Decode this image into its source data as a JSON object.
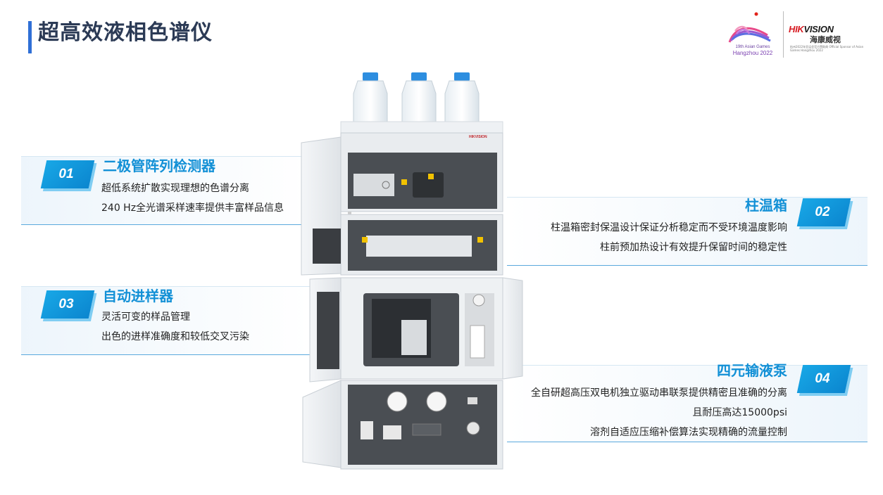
{
  "page": {
    "title": "超高效液相色谱仪"
  },
  "logo": {
    "asian_games_line1": "19th Asian Games",
    "asian_games_line2": "Hangzhou 2022",
    "brand_prefix": "HIK",
    "brand_suffix": "VISION",
    "brand_cn": "海康威视",
    "sponsor_text": "杭州2022年亚运会官方赞助商 Official Sponsor of Asian Games Hangzhou 2022"
  },
  "features": [
    {
      "number": "01",
      "title": "二极管阵列检测器",
      "lines": [
        "超低系统扩散实现理想的色谱分离",
        "240 Hz全光谱采样速率提供丰富样品信息"
      ]
    },
    {
      "number": "02",
      "title": "柱温箱",
      "lines": [
        "柱温箱密封保温设计保证分析稳定而不受环境温度影响",
        "柱前预加热设计有效提升保留时间的稳定性"
      ]
    },
    {
      "number": "03",
      "title": "自动进样器",
      "lines": [
        "灵活可变的样品管理",
        "出色的进样准确度和较低交叉污染"
      ]
    },
    {
      "number": "04",
      "title": "四元输液泵",
      "lines": [
        "全自研超高压双电机独立驱动串联泵提供精密且准确的分离",
        "且耐压高达15000psi",
        "溶剂自适应压缩补偿算法实现精确的流量控制"
      ]
    }
  ],
  "device": {
    "brand_label": "HIKVISION"
  },
  "colors": {
    "accent": "#1290d6",
    "title": "#2b3a55",
    "title_bar": "#2f6fd6",
    "badge": "#18a7e6"
  }
}
